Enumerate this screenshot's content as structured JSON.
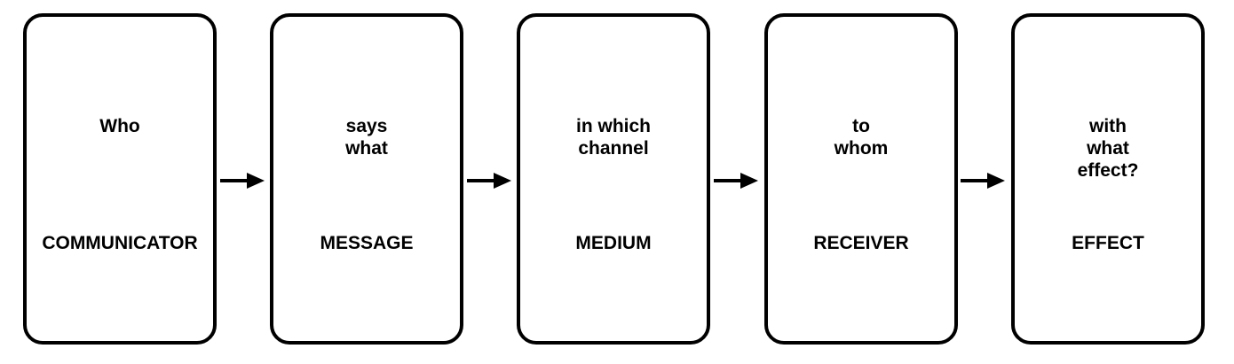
{
  "stages": [
    {
      "question_lines": [
        "Who"
      ],
      "role": "COMMUNICATOR"
    },
    {
      "question_lines": [
        "says",
        "what"
      ],
      "role": "MESSAGE"
    },
    {
      "question_lines": [
        "in which",
        "channel"
      ],
      "role": "MEDIUM"
    },
    {
      "question_lines": [
        "to",
        "whom"
      ],
      "role": "RECEIVER"
    },
    {
      "question_lines": [
        "with",
        "what",
        "effect?"
      ],
      "role": "EFFECT"
    }
  ],
  "colors": {
    "stroke": "#000000",
    "background": "#ffffff"
  }
}
